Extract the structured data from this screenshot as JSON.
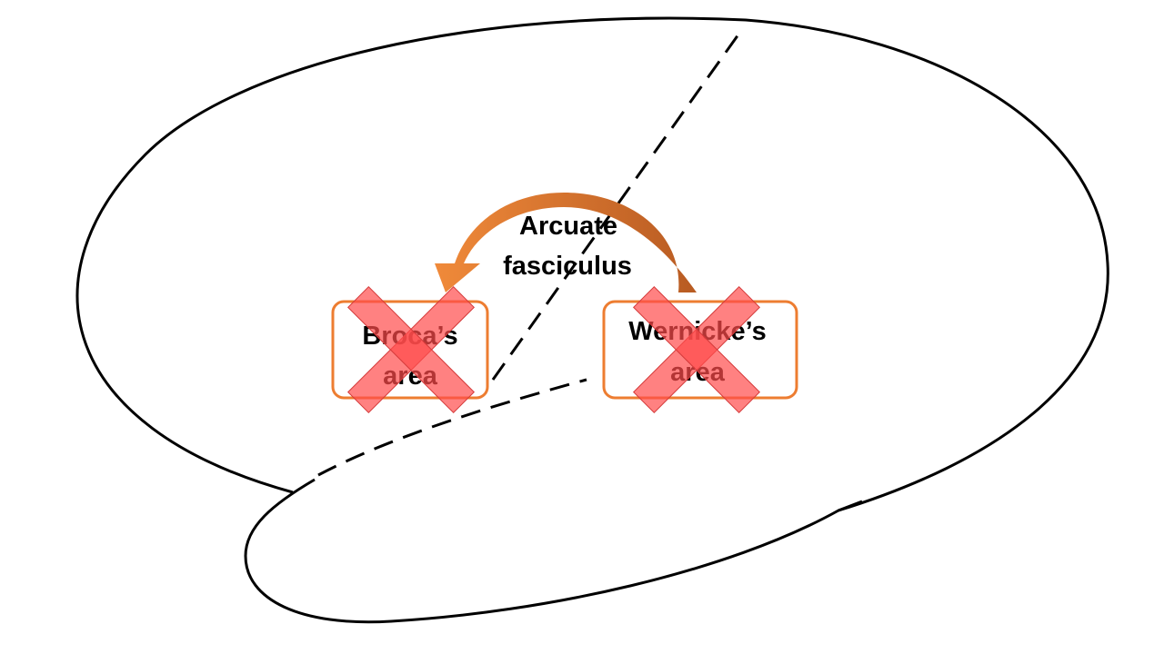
{
  "labels": {
    "arcuate_line1": "Arcuate",
    "arcuate_line2": "fasciculus",
    "broca_line1": "Broca’s",
    "broca_line2": "area",
    "wernicke_line1": "Wernicke’s",
    "wernicke_line2": "area"
  },
  "colors": {
    "background": "#ffffff",
    "outline": "#000000",
    "box_border": "#ed7d31",
    "arrow_light": "#f08a3a",
    "arrow_dark": "#b85b22",
    "cross_fill": "#ff4b4b",
    "cross_stroke": "#d43a3a"
  },
  "icons": {
    "broca_mark": "x-cross-icon",
    "wernicke_mark": "x-cross-icon",
    "connection": "curved-arrow-icon"
  }
}
